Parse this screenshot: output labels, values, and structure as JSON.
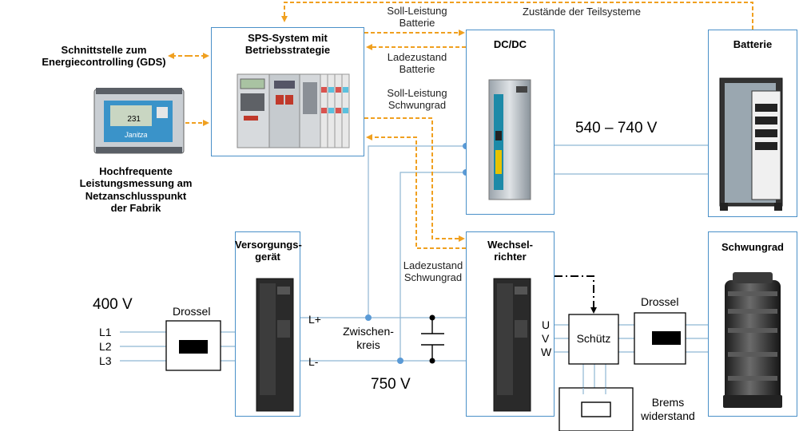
{
  "labels": {
    "gds": "Schnittstelle zum\nEnergiecontrolling (GDS)",
    "sps": "SPS-System mit\nBetriebsstrategie",
    "dcdc": "DC/DC",
    "batterie": "Batterie",
    "messung": "Hochfrequente\nLeistungsmessung am\nNetzanschlusspunkt\nder Fabrik",
    "versorgung": "Versorgungs-\ngerät",
    "wechsel": "Wechsel-\nrichter",
    "schwungrad": "Schwungrad",
    "soll_batt": "Soll-Leistung\nBatterie",
    "ladez_batt": "Ladezustand\nBatterie",
    "soll_schw": "Soll-Leistung\nSchwungrad",
    "ladez_schw": "Ladezustand\nSchwungrad",
    "zustaende": "Zustände der Teilsysteme",
    "volt_batt": "540 – 740 V",
    "volt_400": "400 V",
    "volt_750": "750 V",
    "drossel_l": "Drossel",
    "drossel_r": "Drossel",
    "zwischenkreis": "Zwischen-\nkreis",
    "schuetz": "Schütz",
    "brems": "Brems\nwiderstand",
    "l1": "L1",
    "l2": "L2",
    "l3": "L3",
    "lplus": "L+",
    "lminus": "L-",
    "u": "U",
    "v": "V",
    "w": "W",
    "meter_brand": "Janitza",
    "meter_reading": "231"
  },
  "colors": {
    "box_border": "#4a90c8",
    "wire": "#8fb6d3",
    "signal": "#f0a020",
    "node": "#5a9ad6"
  }
}
